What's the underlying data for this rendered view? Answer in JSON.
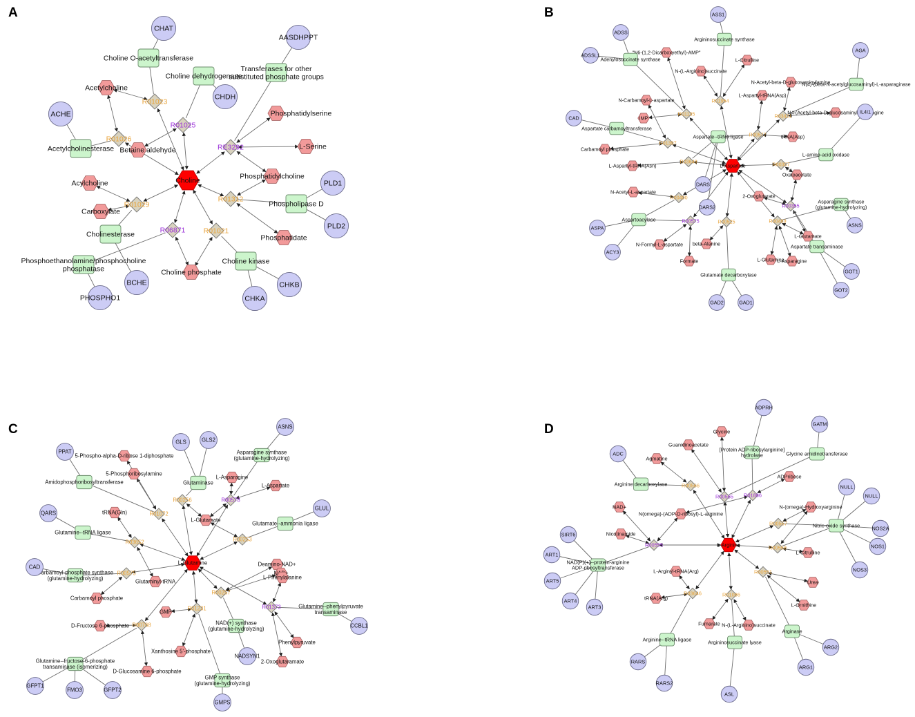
{
  "panels": [
    {
      "id": "A",
      "label": "A",
      "hub": {
        "id": "choline",
        "label": "Choline"
      },
      "reactions": [
        {
          "id": "r_a1",
          "label": "R01023",
          "color": "#e8a33a"
        },
        {
          "id": "r_a2",
          "label": "R01025",
          "color": "#9b30d9"
        },
        {
          "id": "r_a3",
          "label": "RE3292",
          "color": "#9b30d9"
        },
        {
          "id": "r_a4",
          "label": "R01026",
          "color": "#e8a33a"
        },
        {
          "id": "r_a5",
          "label": "R01312",
          "color": "#e8a33a"
        },
        {
          "id": "r_a6",
          "label": "R01029",
          "color": "#e8a33a"
        },
        {
          "id": "r_a7",
          "label": "R06871",
          "color": "#9b30d9"
        },
        {
          "id": "r_a8",
          "label": "R01021",
          "color": "#e8a33a"
        }
      ],
      "metabolites": [
        {
          "id": "m_a1",
          "label": "Acetylcholine"
        },
        {
          "id": "m_a2",
          "label": "Phosphatidylserine"
        },
        {
          "id": "m_a3",
          "label": "L-Serine"
        },
        {
          "id": "m_a4",
          "label": "Betaine aldehyde"
        },
        {
          "id": "m_a5",
          "label": "Phosphatidylcholine"
        },
        {
          "id": "m_a6",
          "label": "Acylcholine"
        },
        {
          "id": "m_a7",
          "label": "Carboxylate"
        },
        {
          "id": "m_a8",
          "label": "Phosphatidate"
        },
        {
          "id": "m_a9",
          "label": "Choline phosphate"
        }
      ],
      "enzymes": [
        {
          "id": "e_a1",
          "label": "Choline O-acetyltransferase"
        },
        {
          "id": "e_a2",
          "label": "Choline dehydrogenase"
        },
        {
          "id": "e_a3",
          "label": "Transferases for other substituted phosphate groups"
        },
        {
          "id": "e_a4",
          "label": "Acetylcholinesterase"
        },
        {
          "id": "e_a5",
          "label": "Phospholipase D"
        },
        {
          "id": "e_a6",
          "label": "Cholinesterase"
        },
        {
          "id": "e_a7",
          "label": "Phosphoethanolamine/phosphocholine phosphatase"
        },
        {
          "id": "e_a8",
          "label": "Choline kinase"
        }
      ],
      "genes": [
        {
          "id": "g_a1",
          "label": "CHAT"
        },
        {
          "id": "g_a2",
          "label": "AASDHPPT"
        },
        {
          "id": "g_a3",
          "label": "CHDH"
        },
        {
          "id": "g_a4",
          "label": "ACHE"
        },
        {
          "id": "g_a5",
          "label": "PLD1"
        },
        {
          "id": "g_a6",
          "label": "PLD2"
        },
        {
          "id": "g_a7",
          "label": "BCHE"
        },
        {
          "id": "g_a8",
          "label": "PHOSPHO1"
        },
        {
          "id": "g_a9",
          "label": "CHKA"
        },
        {
          "id": "g_a10",
          "label": "CHKB"
        }
      ]
    },
    {
      "id": "B",
      "label": "B",
      "hub": {
        "id": "aspartate",
        "label": "L-Aspartate"
      },
      "reactions": [
        {
          "id": "r_b1",
          "label": "R01954",
          "color": "#e8a33a"
        },
        {
          "id": "r_b2",
          "label": "R01135",
          "color": "#e8a33a"
        },
        {
          "id": "r_b3",
          "label": "R03421",
          "color": "#e8a33a"
        },
        {
          "id": "r_b4",
          "label": "R00577",
          "color": "#e8a33a"
        },
        {
          "id": "r_b5",
          "label": "R01397",
          "color": "#e8a33a"
        },
        {
          "id": "r_b6",
          "label": "R03648",
          "color": "#e8a33a"
        },
        {
          "id": "r_b7",
          "label": "R00357",
          "color": "#e8a33a"
        },
        {
          "id": "r_b8",
          "label": "R00490",
          "color": "#e8a33a"
        },
        {
          "id": "r_b9",
          "label": "R00355",
          "color": "#9b30d9"
        },
        {
          "id": "r_b10",
          "label": "R00575",
          "color": "#9b30d9"
        },
        {
          "id": "r_b11",
          "label": "R00525",
          "color": "#e8a33a"
        },
        {
          "id": "r_b12",
          "label": "R00489",
          "color": "#e8a33a"
        }
      ],
      "metabolites": [
        {
          "id": "m_b1",
          "label": "\"N6-(1,2-Dicarboxyethyl)-AMP\""
        },
        {
          "id": "m_b2",
          "label": "L-Citrulline"
        },
        {
          "id": "m_b3",
          "label": "N-(L-Arginino)succinate"
        },
        {
          "id": "m_b4",
          "label": "N-Acetyl-beta-D-glucosaminylamine"
        },
        {
          "id": "m_b5",
          "label": "L-Aspartyl-tRNA(Asp)"
        },
        {
          "id": "m_b6",
          "label": "N-Carbamoyl-L-aspartate"
        },
        {
          "id": "m_b7",
          "label": "IMP"
        },
        {
          "id": "m_b8",
          "label": "N4-(Acetyl-beta-D-glucosaminyl)asparagine"
        },
        {
          "id": "m_b9",
          "label": "tRNA(Asp)"
        },
        {
          "id": "m_b10",
          "label": "Carbamoyl phosphate"
        },
        {
          "id": "m_b11",
          "label": "L-Aspartyl-tRNA(Asn)"
        },
        {
          "id": "m_b12",
          "label": "Oxaloacetate"
        },
        {
          "id": "m_b13",
          "label": "2-Oxoglutarate"
        },
        {
          "id": "m_b14",
          "label": "N-Acetyl-L-aspartate"
        },
        {
          "id": "m_b15",
          "label": "N-Formyl-L-aspartate"
        },
        {
          "id": "m_b16",
          "label": "beta-Alanine"
        },
        {
          "id": "m_b17",
          "label": "L-Glutamate"
        },
        {
          "id": "m_b18",
          "label": "Formate"
        },
        {
          "id": "m_b19",
          "label": "L-Glutamine"
        },
        {
          "id": "m_b20",
          "label": "L-Asparagine"
        }
      ],
      "enzymes": [
        {
          "id": "e_b1",
          "label": "Argininosuccinate synthase"
        },
        {
          "id": "e_b2",
          "label": "Adenylosuccinate synthase"
        },
        {
          "id": "e_b3",
          "label": "N(4)-(beta-N-acetylglucosaminyl)-L-asparaginase"
        },
        {
          "id": "e_b4",
          "label": "Aspartate carbamoyltransferase"
        },
        {
          "id": "e_b5",
          "label": "Aspartate--tRNA ligase"
        },
        {
          "id": "e_b6",
          "label": "L-amino-acid oxidase"
        },
        {
          "id": "e_b7",
          "label": "Aspartoacylase"
        },
        {
          "id": "e_b8",
          "label": "Asparagine synthase (glutamine-hydrolyzing)"
        },
        {
          "id": "e_b9",
          "label": "Aspartate transaminase"
        },
        {
          "id": "e_b10",
          "label": "Glutamate decarboxylase"
        }
      ],
      "genes": [
        {
          "id": "g_b1",
          "label": "ASS1"
        },
        {
          "id": "g_b2",
          "label": "ADSS"
        },
        {
          "id": "g_b3",
          "label": "ADSSL1"
        },
        {
          "id": "g_b4",
          "label": "AGA"
        },
        {
          "id": "g_b5",
          "label": "CAD"
        },
        {
          "id": "g_b6",
          "label": "IL4I1"
        },
        {
          "id": "g_b7",
          "label": "DARS"
        },
        {
          "id": "g_b8",
          "label": "DARS2"
        },
        {
          "id": "g_b9",
          "label": "ASPA"
        },
        {
          "id": "g_b10",
          "label": "ASNS"
        },
        {
          "id": "g_b11",
          "label": "ACY3"
        },
        {
          "id": "g_b12",
          "label": "GOT1"
        },
        {
          "id": "g_b13",
          "label": "GOT2"
        },
        {
          "id": "g_b14",
          "label": "GAD2"
        },
        {
          "id": "g_b15",
          "label": "GAD1"
        }
      ]
    },
    {
      "id": "C",
      "label": "C",
      "hub": {
        "id": "glutamine",
        "label": "L-Glutamine"
      },
      "reactions": [
        {
          "id": "r_c1",
          "label": "R01072",
          "color": "#e8a33a"
        },
        {
          "id": "r_c2",
          "label": "R00256",
          "color": "#e8a33a"
        },
        {
          "id": "r_c3",
          "label": "R00578",
          "color": "#9b30d9"
        },
        {
          "id": "r_c4",
          "label": "R03652",
          "color": "#e8a33a"
        },
        {
          "id": "r_c5",
          "label": "R00253",
          "color": "#e8a33a"
        },
        {
          "id": "r_c6",
          "label": "R00575",
          "color": "#e8a33a"
        },
        {
          "id": "r_c7",
          "label": "R00257",
          "color": "#e8a33a"
        },
        {
          "id": "r_c8",
          "label": "R01373",
          "color": "#9b30d9"
        },
        {
          "id": "r_c9",
          "label": "R01231",
          "color": "#e8a33a"
        },
        {
          "id": "r_c10",
          "label": "R00768",
          "color": "#e8a33a"
        }
      ],
      "metabolites": [
        {
          "id": "m_c1",
          "label": "5-Phosphoribosylamine"
        },
        {
          "id": "m_c2",
          "label": "5-Phospho-alpha-D-ribose 1-diphosphate"
        },
        {
          "id": "m_c3",
          "label": "L-Asparagine"
        },
        {
          "id": "m_c4",
          "label": "L-Aspartate"
        },
        {
          "id": "m_c5",
          "label": "tRNA(Gln)"
        },
        {
          "id": "m_c6",
          "label": "L-Glutamate"
        },
        {
          "id": "m_c7",
          "label": "Deamino-NAD+"
        },
        {
          "id": "m_c8",
          "label": "NAD+"
        },
        {
          "id": "m_c9",
          "label": "L-Phenylalanine"
        },
        {
          "id": "m_c10",
          "label": "Glutaminyl-tRNA"
        },
        {
          "id": "m_c11",
          "label": "Carbamoyl phosphate"
        },
        {
          "id": "m_c12",
          "label": "GMP"
        },
        {
          "id": "m_c13",
          "label": "D-Fructose 6-phosphate"
        },
        {
          "id": "m_c14",
          "label": "Phenylpyruvate"
        },
        {
          "id": "m_c15",
          "label": "Xanthosine 5'-phosphate"
        },
        {
          "id": "m_c16",
          "label": "2-Oxoglutaramate"
        },
        {
          "id": "m_c17",
          "label": "D-Glucosamine 6-phosphate"
        }
      ],
      "enzymes": [
        {
          "id": "e_c1",
          "label": "Amidophosphoribosyltransferase"
        },
        {
          "id": "e_c2",
          "label": "Glutaminase"
        },
        {
          "id": "e_c3",
          "label": "Asparagine synthase (glutamine-hydrolyzing)"
        },
        {
          "id": "e_c4",
          "label": "Glutamine--tRNA ligase"
        },
        {
          "id": "e_c5",
          "label": "Glutamate--ammonia ligase"
        },
        {
          "id": "e_c6",
          "label": "Carbamoyl-phosphate synthase (glutamine-hydrolyzing)"
        },
        {
          "id": "e_c7",
          "label": "Glutamine--phenylpyruvate transaminase"
        },
        {
          "id": "e_c8",
          "label": "NAD(+) synthase (glutamine-hydrolyzing)"
        },
        {
          "id": "e_c9",
          "label": "Glutamine--fructose-6-phosphate transaminase (isomerizing)"
        },
        {
          "id": "e_c10",
          "label": "GMP synthase (glutamine-hydrolyzing)"
        }
      ],
      "genes": [
        {
          "id": "g_c1",
          "label": "PPAT"
        },
        {
          "id": "g_c2",
          "label": "GLS"
        },
        {
          "id": "g_c3",
          "label": "GLS2"
        },
        {
          "id": "g_c4",
          "label": "ASNS"
        },
        {
          "id": "g_c5",
          "label": "QARS"
        },
        {
          "id": "g_c6",
          "label": "GLUL"
        },
        {
          "id": "g_c7",
          "label": "CAD"
        },
        {
          "id": "g_c8",
          "label": "CCBL1"
        },
        {
          "id": "g_c9",
          "label": "NADSYN1"
        },
        {
          "id": "g_c10",
          "label": "GFPT1"
        },
        {
          "id": "g_c11",
          "label": "FMO3"
        },
        {
          "id": "g_c12",
          "label": "GFPT2"
        },
        {
          "id": "g_c13",
          "label": "GMPS"
        }
      ]
    },
    {
      "id": "D",
      "label": "D",
      "hub": {
        "id": "arginine",
        "label": "L-Arginine"
      },
      "reactions": [
        {
          "id": "r_d1",
          "label": "R00565",
          "color": "#9b30d9"
        },
        {
          "id": "r_d2",
          "label": "R00566",
          "color": "#e8a33a"
        },
        {
          "id": "r_d3",
          "label": "R01886",
          "color": "#9b30d9"
        },
        {
          "id": "r_d4",
          "label": "R00557",
          "color": "#e8a33a"
        },
        {
          "id": "r_d5",
          "label": "R00558",
          "color": "#e8a33a"
        },
        {
          "id": "r_d6",
          "label": "R00555",
          "color": "#9b30d9"
        },
        {
          "id": "r_d7",
          "label": "R00551",
          "color": "#e8a33a"
        },
        {
          "id": "r_d8",
          "label": "R03646",
          "color": "#e8a33a"
        },
        {
          "id": "r_d9",
          "label": "R01086",
          "color": "#e8a33a"
        }
      ],
      "metabolites": [
        {
          "id": "m_d1",
          "label": "Glycine"
        },
        {
          "id": "m_d2",
          "label": "Guanidinoacetate"
        },
        {
          "id": "m_d3",
          "label": "Agmatine"
        },
        {
          "id": "m_d4",
          "label": "ADPribose"
        },
        {
          "id": "m_d5",
          "label": "NAD+"
        },
        {
          "id": "m_d6",
          "label": "N(omega)-(ADP-D-ribosyl)-L-arginine"
        },
        {
          "id": "m_d7",
          "label": "N-(omega)-Hydroxyarginine"
        },
        {
          "id": "m_d8",
          "label": "Nicotinamide"
        },
        {
          "id": "m_d9",
          "label": "L-Citrulline"
        },
        {
          "id": "m_d10",
          "label": "L-Arginyl-tRNA(Arg)"
        },
        {
          "id": "m_d11",
          "label": "Urea"
        },
        {
          "id": "m_d12",
          "label": "tRNA(Arg)"
        },
        {
          "id": "m_d13",
          "label": "L-Ornithine"
        },
        {
          "id": "m_d14",
          "label": "Fumarate"
        },
        {
          "id": "m_d15",
          "label": "N-(L-Arginino)succinate"
        }
      ],
      "enzymes": [
        {
          "id": "e_d1",
          "label": "[Protein ADP-ribosylarginine] hydrolase"
        },
        {
          "id": "e_d2",
          "label": "Glycine amidinotransferase"
        },
        {
          "id": "e_d3",
          "label": "Arginine decarboxylase"
        },
        {
          "id": "e_d4",
          "label": "Nitric-oxide synthase"
        },
        {
          "id": "e_d5",
          "label": "NAD(P)(+)--protein-arginine ADP-ribosyltransferase"
        },
        {
          "id": "e_d6",
          "label": "Arginine--tRNA ligase"
        },
        {
          "id": "e_d7",
          "label": "Argininosuccinate lyase"
        },
        {
          "id": "e_d8",
          "label": "Arginase"
        }
      ],
      "genes": [
        {
          "id": "g_d1",
          "label": "ADPRH"
        },
        {
          "id": "g_d2",
          "label": "GATM"
        },
        {
          "id": "g_d3",
          "label": "ADC"
        },
        {
          "id": "g_d4",
          "label": "NULL"
        },
        {
          "id": "g_d5",
          "label": "NULL"
        },
        {
          "id": "g_d6",
          "label": "NOS2A"
        },
        {
          "id": "g_d7",
          "label": "NOS1"
        },
        {
          "id": "g_d8",
          "label": "NOS3"
        },
        {
          "id": "g_d9",
          "label": "SIRT6"
        },
        {
          "id": "g_d10",
          "label": "ART1"
        },
        {
          "id": "g_d11",
          "label": "ART5"
        },
        {
          "id": "g_d12",
          "label": "ART4"
        },
        {
          "id": "g_d13",
          "label": "ART3"
        },
        {
          "id": "g_d14",
          "label": "RARS"
        },
        {
          "id": "g_d15",
          "label": "RARS2"
        },
        {
          "id": "g_d16",
          "label": "ASL"
        },
        {
          "id": "g_d17",
          "label": "ARG1"
        },
        {
          "id": "g_d18",
          "label": "ARG2"
        }
      ]
    }
  ],
  "colors": {
    "gene": "#ccccf5",
    "enzyme": "#ccf5cc",
    "metabolite": "#f29a9a",
    "hub": "#ff0000",
    "reaction": "#d9d3bf",
    "edge": "#6b6b6b"
  }
}
